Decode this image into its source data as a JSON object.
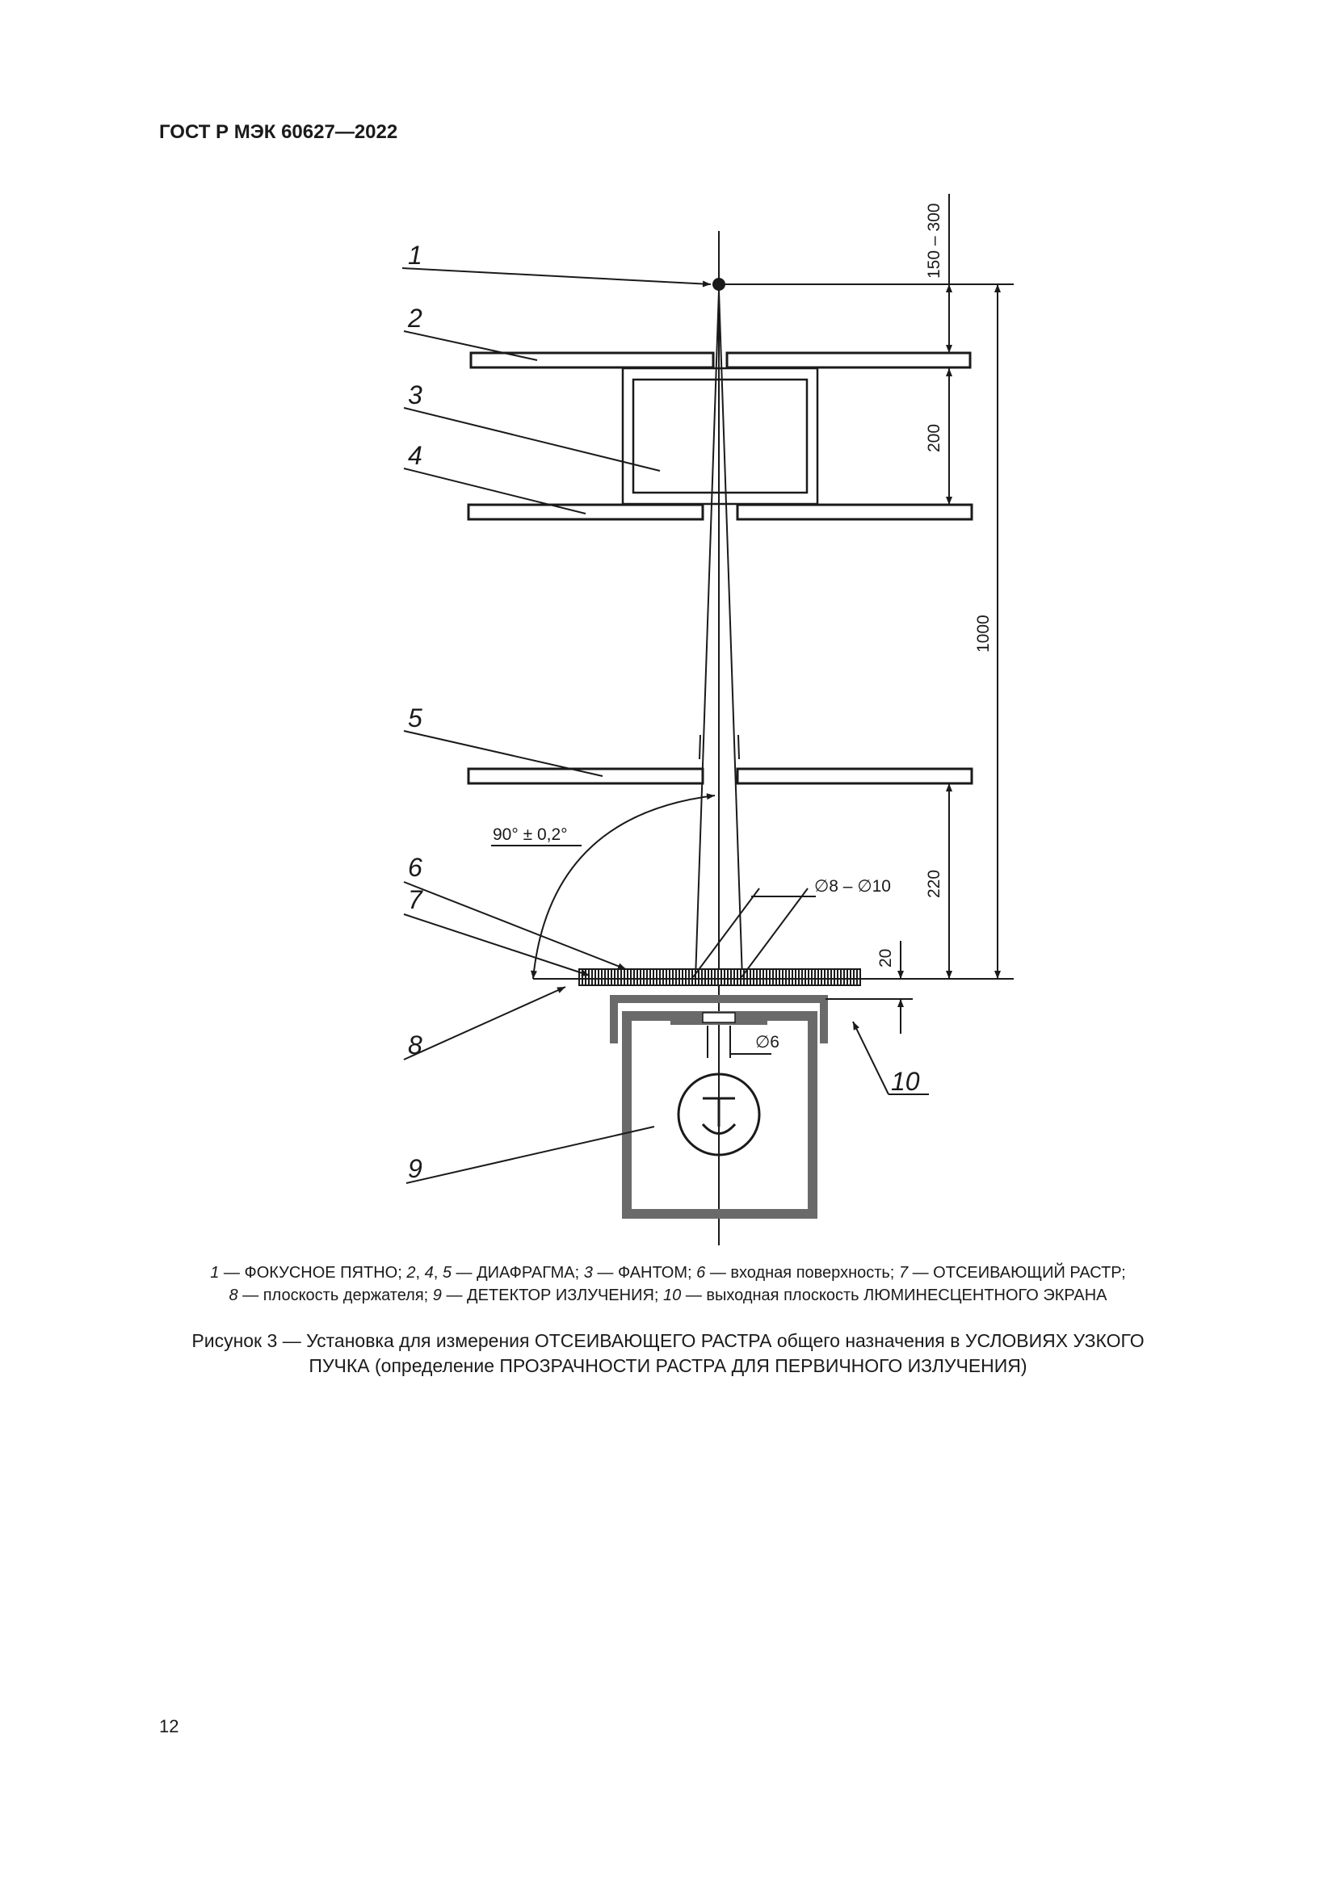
{
  "header": {
    "standard": "ГОСТ Р МЭК 60627—2022"
  },
  "figure": {
    "callouts": [
      "1",
      "2",
      "3",
      "4",
      "5",
      "6",
      "7",
      "8",
      "9",
      "10"
    ],
    "dimensions": {
      "top_gap": "150 – 300",
      "phantom": "200",
      "total": "1000",
      "lower": "220",
      "small": "20",
      "angle": "90° ± 0,2°",
      "beam_diameter": "∅8 – ∅10",
      "aperture": "∅6"
    }
  },
  "legend": {
    "line1": [
      {
        "n": "1",
        "t": " — ФОКУСНОЕ ПЯТНО; "
      },
      {
        "n": "2",
        "t": ", "
      },
      {
        "n": "4",
        "t": ", "
      },
      {
        "n": "5",
        "t": " — ДИАФРАГМА; "
      },
      {
        "n": "3",
        "t": " — ФАНТОМ; "
      },
      {
        "n": "6",
        "t": " — входная поверхность; "
      },
      {
        "n": "7",
        "t": " — ОТСЕИВАЮЩИЙ РАСТР;"
      }
    ],
    "line2": [
      {
        "n": "8",
        "t": " — плоскость держателя; "
      },
      {
        "n": "9",
        "t": " — ДЕТЕКТОР ИЗЛУЧЕНИЯ; "
      },
      {
        "n": "10",
        "t": " — выходная плоскость ЛЮМИНЕСЦЕНТНОГО ЭКРАНА"
      }
    ]
  },
  "caption": {
    "line1": "Рисунок 3 — Установка для измерения ОТСЕИВАЮЩЕГО РАСТРА общего назначения в УСЛОВИЯХ УЗКОГО",
    "line2": "ПУЧКА (определение ПРОЗРАЧНОСТИ РАСТРА ДЛЯ ПЕРВИЧНОГО ИЗЛУЧЕНИЯ)"
  },
  "page_number": "12"
}
